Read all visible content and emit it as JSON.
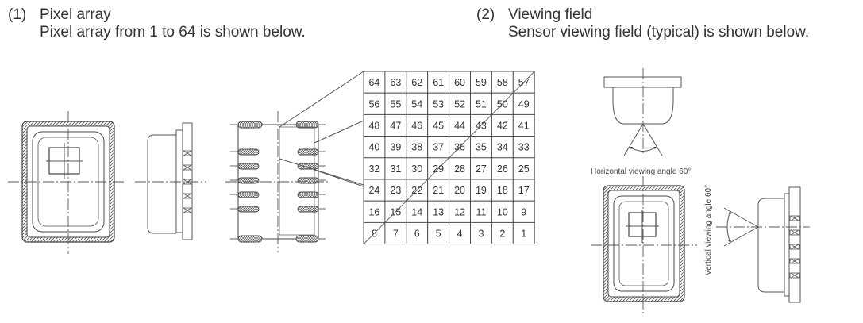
{
  "section1": {
    "number": "(1)",
    "title": "Pixel array",
    "subtitle": "Pixel array from 1 to 64 is shown below."
  },
  "section2": {
    "number": "(2)",
    "title": "Viewing field",
    "subtitle": "Sensor viewing field (typical) is shown below."
  },
  "pixel_grid": [
    [
      "64",
      "63",
      "62",
      "61",
      "60",
      "59",
      "58",
      "57"
    ],
    [
      "56",
      "55",
      "54",
      "53",
      "52",
      "51",
      "50",
      "49"
    ],
    [
      "48",
      "47",
      "46",
      "45",
      "44",
      "43",
      "42",
      "41"
    ],
    [
      "40",
      "39",
      "38",
      "37",
      "36",
      "35",
      "34",
      "33"
    ],
    [
      "32",
      "31",
      "30",
      "29",
      "28",
      "27",
      "26",
      "25"
    ],
    [
      "24",
      "23",
      "22",
      "21",
      "20",
      "19",
      "18",
      "17"
    ],
    [
      "16",
      "15",
      "14",
      "13",
      "12",
      "11",
      "10",
      "9"
    ],
    [
      "8",
      "7",
      "6",
      "5",
      "4",
      "3",
      "2",
      "1"
    ]
  ],
  "labels": {
    "horizontal_angle": "Horizontal viewing angle 60°",
    "vertical_angle": "Vertical viewing angle 60°"
  }
}
